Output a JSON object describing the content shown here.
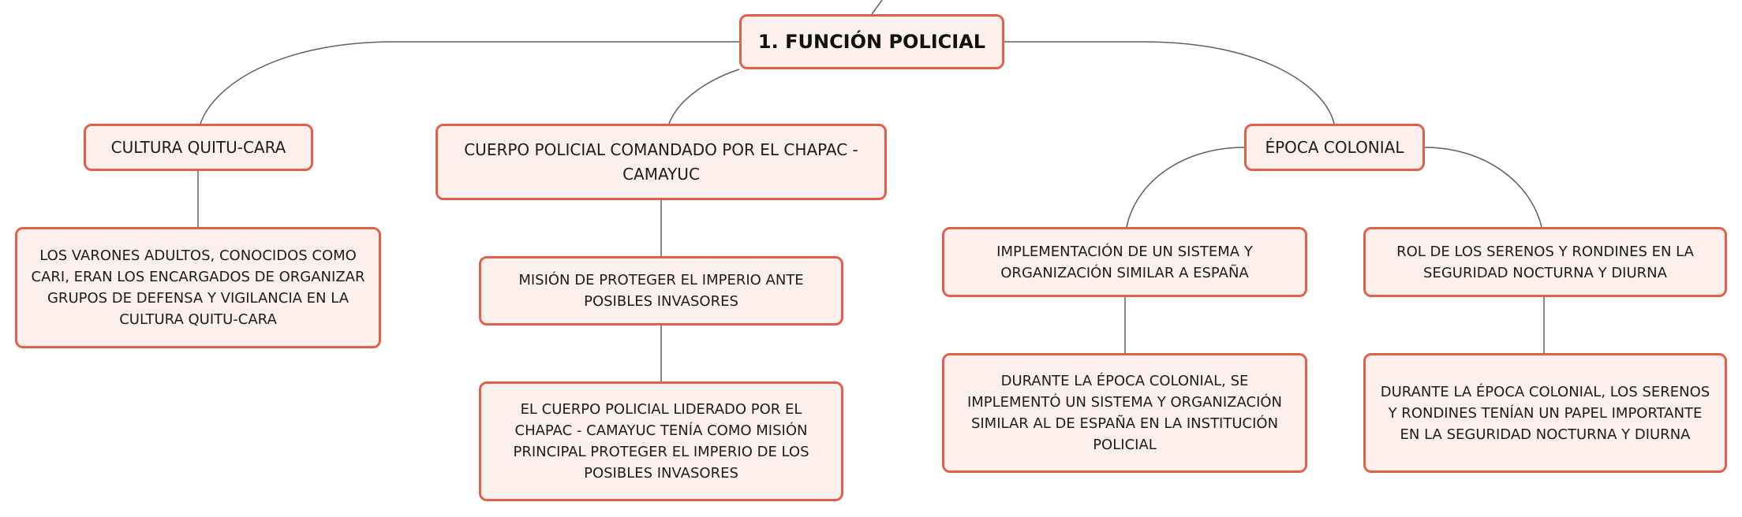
{
  "diagram": {
    "root": {
      "label": "1. FUNCIÓN POLICIAL"
    },
    "branches": [
      {
        "label": "CULTURA QUITU-CARA",
        "children": [
          {
            "label": "LOS VARONES ADULTOS, CONOCIDOS COMO CARI, ERAN LOS ENCARGADOS DE ORGANIZAR GRUPOS DE DEFENSA Y VIGILANCIA EN LA CULTURA QUITU-CARA"
          }
        ]
      },
      {
        "label": "CUERPO POLICIAL COMANDADO POR EL CHAPAC - CAMAYUC",
        "children": [
          {
            "label": "MISIÓN DE PROTEGER EL IMPERIO ANTE POSIBLES INVASORES"
          },
          {
            "label": "EL CUERPO POLICIAL LIDERADO POR EL CHAPAC - CAMAYUC TENÍA COMO MISIÓN PRINCIPAL PROTEGER EL IMPERIO DE LOS POSIBLES INVASORES"
          }
        ]
      },
      {
        "label": "ÉPOCA COLONIAL",
        "children": [
          {
            "label": "IMPLEMENTACIÓN DE UN SISTEMA Y ORGANIZACIÓN SIMILAR A ESPAÑA",
            "children": [
              {
                "label": "DURANTE LA ÉPOCA COLONIAL, SE IMPLEMENTÓ UN SISTEMA Y ORGANIZACIÓN SIMILAR AL DE ESPAÑA EN LA INSTITUCIÓN POLICIAL"
              }
            ]
          },
          {
            "label": "ROL DE LOS SERENOS Y RONDINES EN LA SEGURIDAD NOCTURNA Y DIURNA",
            "children": [
              {
                "label": "DURANTE LA ÉPOCA COLONIAL, LOS SERENOS Y RONDINES TENÍAN UN PAPEL IMPORTANTE EN LA SEGURIDAD NOCTURNA Y DIURNA"
              }
            ]
          }
        ]
      }
    ]
  },
  "colors": {
    "node_fill": "#fdf0ec",
    "node_border": "#e0614b",
    "connector": "#5f5f5f"
  }
}
